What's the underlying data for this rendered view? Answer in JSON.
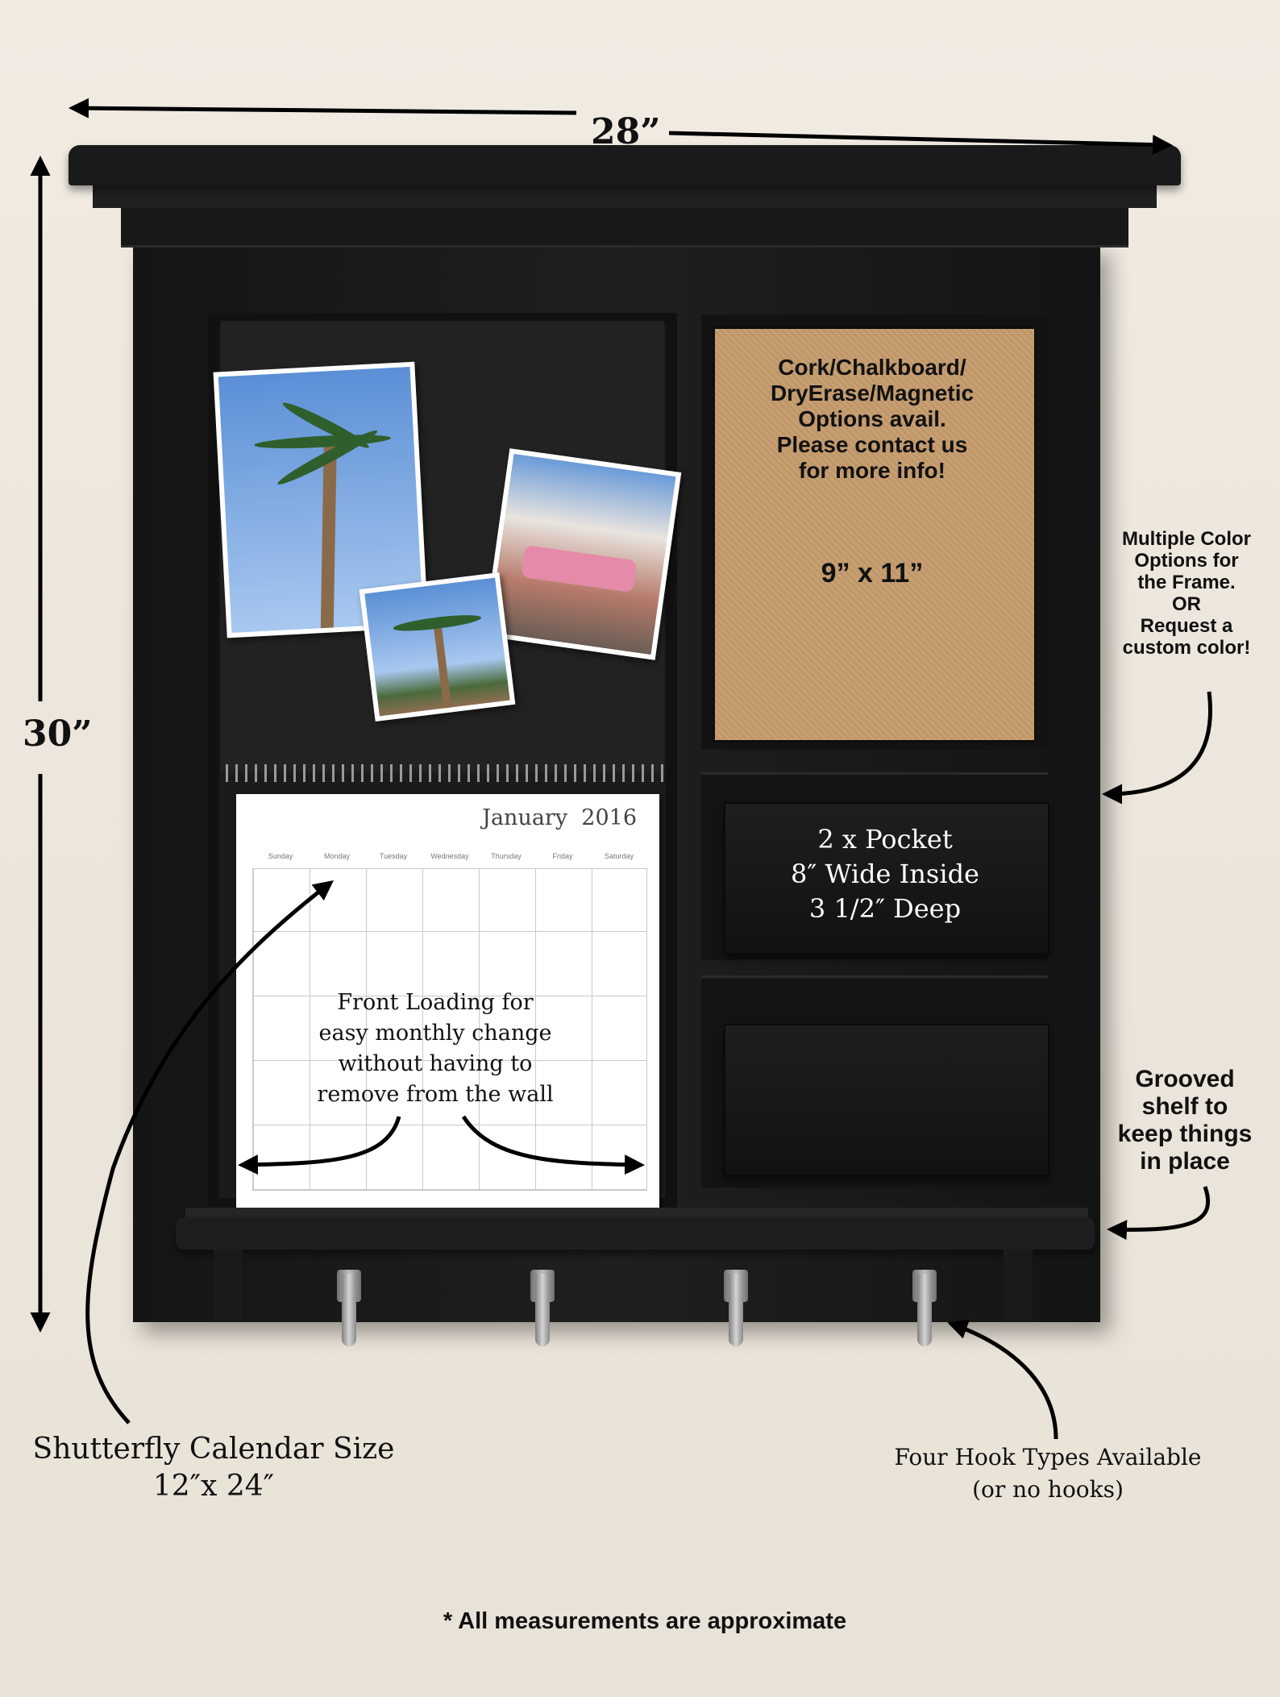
{
  "dimensions": {
    "width": "28”",
    "height": "30”"
  },
  "cork_board": {
    "options": [
      "Cork/Chalkboard/",
      "DryErase/Magnetic",
      "Options avail.",
      "Please contact us",
      "for more info!"
    ],
    "size": "9” x 11”"
  },
  "pocket": [
    "2 x Pocket",
    "8″ Wide Inside",
    "3 1/2″ Deep"
  ],
  "calendar": {
    "month": "January",
    "year": "2016",
    "weekdays": [
      "Sunday",
      "Monday",
      "Tuesday",
      "Wednesday",
      "Thursday",
      "Friday",
      "Saturday"
    ],
    "note": [
      "Front Loading for",
      "easy monthly change",
      "without having to",
      "remove from the wall"
    ]
  },
  "callouts": {
    "color_options": [
      "Multiple Color",
      "Options for",
      "the Frame.",
      "OR",
      "Request a",
      "custom color!"
    ],
    "shelf": [
      "Grooved",
      "shelf to",
      "keep things",
      "in place"
    ],
    "hooks": [
      "Four Hook Types Available",
      "(or no hooks)"
    ],
    "calendar_size": [
      "Shutterfly Calendar Size",
      "12″x 24″"
    ]
  },
  "footnote": "* All measurements are approximate",
  "colors": {
    "frame": "#1a1a1a",
    "cork": "#c49c6e",
    "wall": "#ede6dc",
    "arrow": "#000000"
  }
}
